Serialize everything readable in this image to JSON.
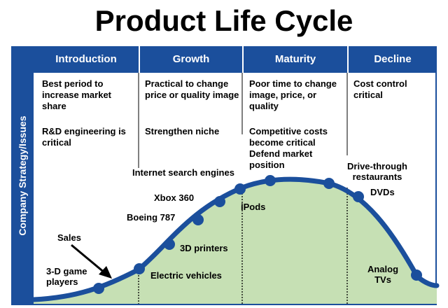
{
  "title": "Product Life Cycle",
  "sidebar_label": "Company Strategy/Issues",
  "phases": [
    {
      "name": "Introduction",
      "notes": [
        "Best period to increase market share",
        "R&D engineering is critical"
      ]
    },
    {
      "name": "Growth",
      "notes": [
        "Practical to change price or quality image",
        "Strengthen niche"
      ]
    },
    {
      "name": "Maturity",
      "notes": [
        "Poor time to change image, price, or quality",
        "Competitive costs become critical",
        "Defend market position"
      ]
    },
    {
      "name": "Decline",
      "notes": [
        "Cost control critical"
      ]
    }
  ],
  "curve_labels": {
    "sales": "Sales",
    "three_d_game": "3-D game players",
    "electric_vehicles": "Electric vehicles",
    "three_d_printers": "3D printers",
    "boeing": "Boeing 787",
    "xbox": "Xbox 360",
    "internet_search": "Internet search engines",
    "ipods": "iPods",
    "drive_through": "Drive-through restaurants",
    "dvds": "DVDs",
    "analog_tvs": "Analog TVs"
  },
  "colors": {
    "header_blue": "#1b4f9c",
    "curve_blue": "#1b4f9c",
    "fill_green": "#c6e0b4"
  }
}
